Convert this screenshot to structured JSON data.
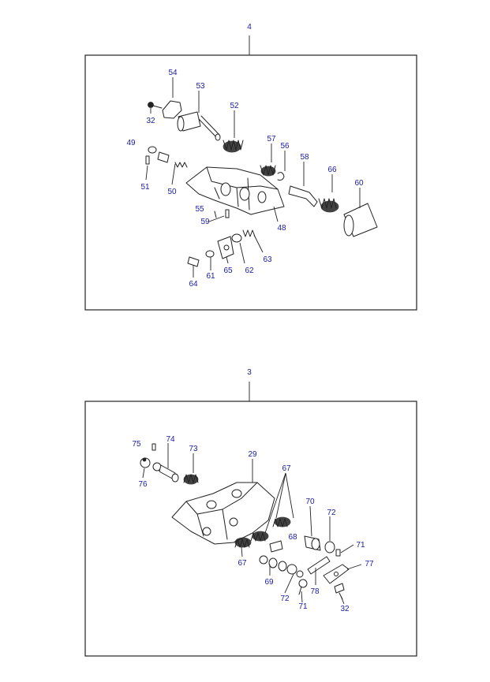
{
  "colors": {
    "label": "#1a1aa0",
    "line": "#222222",
    "background": "#ffffff"
  },
  "top_group": {
    "group_label": "4",
    "callouts": [
      "54",
      "53",
      "32",
      "52",
      "49",
      "57",
      "56",
      "58",
      "66",
      "60",
      "51",
      "50",
      "55",
      "59",
      "48",
      "64",
      "61",
      "65",
      "62",
      "63"
    ]
  },
  "bottom_group": {
    "group_label": "3",
    "callouts": [
      "75",
      "74",
      "73",
      "76",
      "29",
      "67",
      "70",
      "72",
      "71",
      "68",
      "77",
      "67",
      "69",
      "78",
      "72",
      "71",
      "32"
    ]
  }
}
